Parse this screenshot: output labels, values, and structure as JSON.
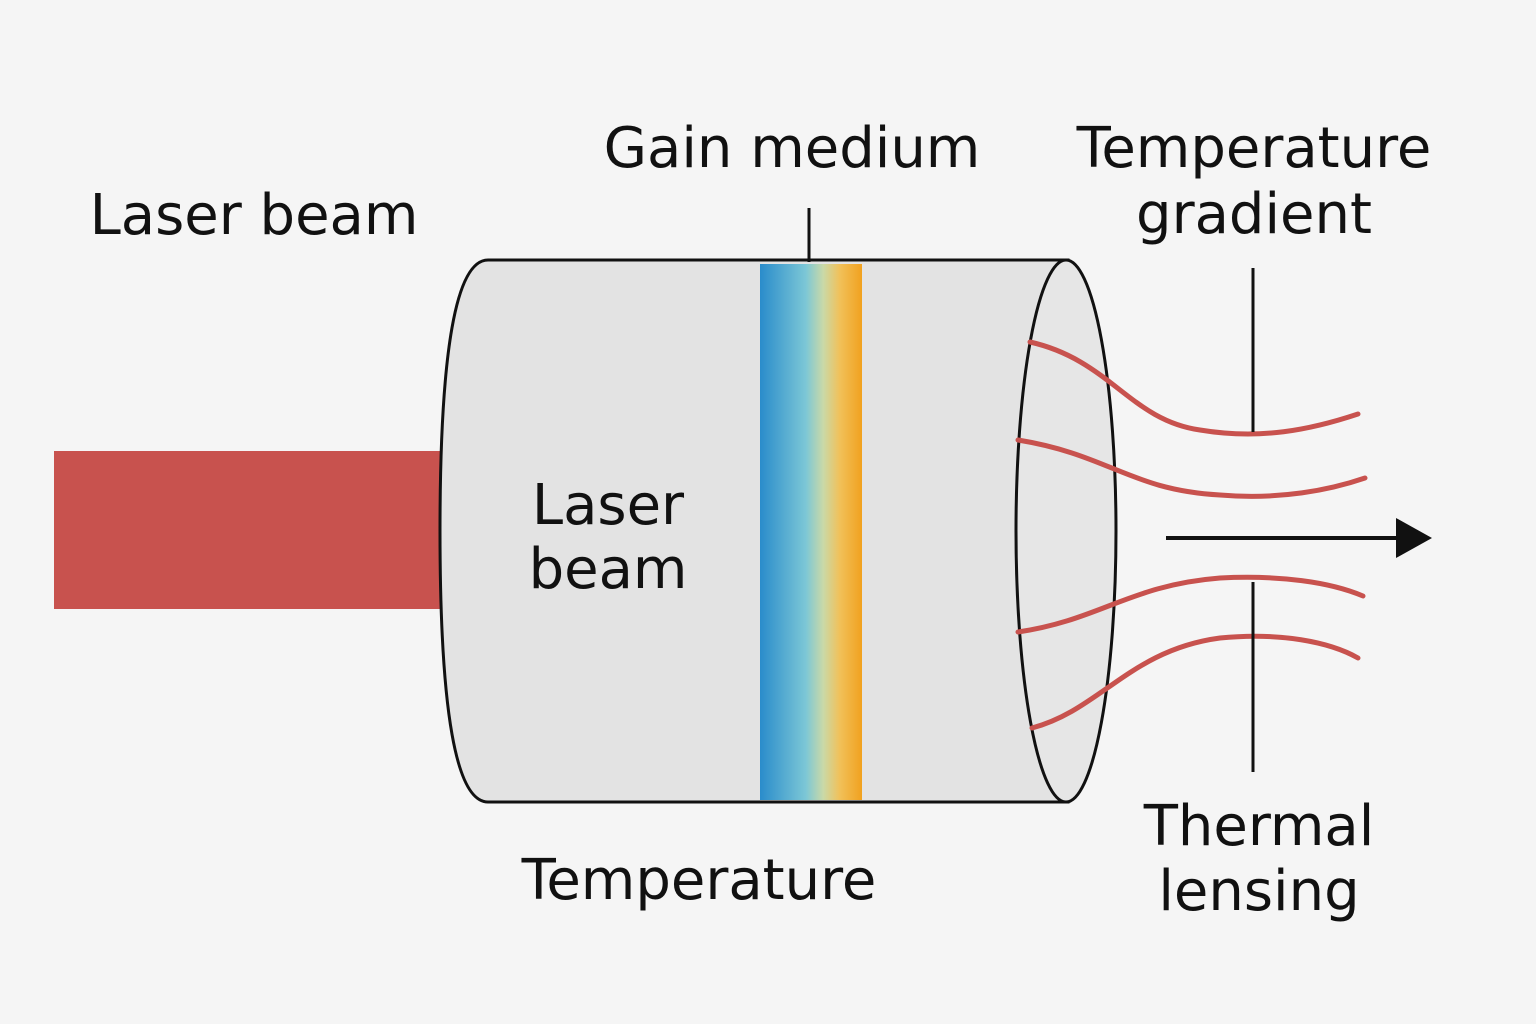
{
  "diagram": {
    "labels": {
      "laser_beam_outside": "Laser beam",
      "gain_medium": "Gain medium",
      "temperature_gradient_line1": "Temperature",
      "temperature_gradient_line2": "gradient",
      "laser_beam_inside_line1": "Laser",
      "laser_beam_inside_line2": "beam",
      "temperature": "Temperature",
      "thermal_lensing_line1": "Thermal",
      "thermal_lensing_line2": "lensing"
    },
    "colors": {
      "background": "#f5f5f5",
      "beam_red": "#c8524e",
      "cylinder_fill": "#e3e3e3",
      "outline": "#111111",
      "gradient_blue": "#2a8ccb",
      "gradient_cyan": "#7cc7d6",
      "gradient_orange": "#f1a11f"
    }
  }
}
